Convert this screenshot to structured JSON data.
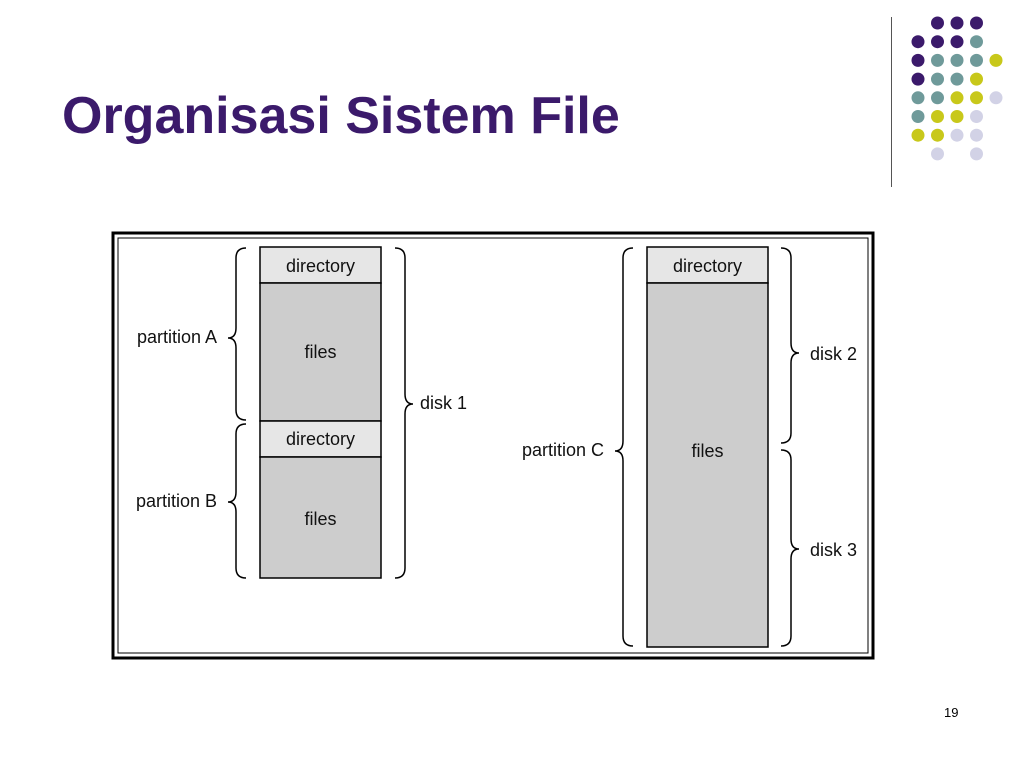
{
  "slide": {
    "title": "Organisasi Sistem File",
    "page_number": "19"
  },
  "diagram": {
    "disk1": {
      "partition_a": {
        "label": "partition A",
        "directory": "directory",
        "files": "files"
      },
      "partition_b": {
        "label": "partition B",
        "directory": "directory",
        "files": "files"
      },
      "disk_label": "disk 1"
    },
    "partition_c": {
      "label": "partition C",
      "directory": "directory",
      "files": "files",
      "disk2_label": "disk 2",
      "disk3_label": "disk 3"
    }
  },
  "colors": {
    "title": "#3b1a6b",
    "dot_purple": "#3b1a6b",
    "dot_teal": "#6f9a9a",
    "dot_yellow": "#c8c81a",
    "dot_lavender": "#d2d2e6",
    "directory_fill": "#e6e6e6",
    "files_fill": "#cdcdcd"
  }
}
